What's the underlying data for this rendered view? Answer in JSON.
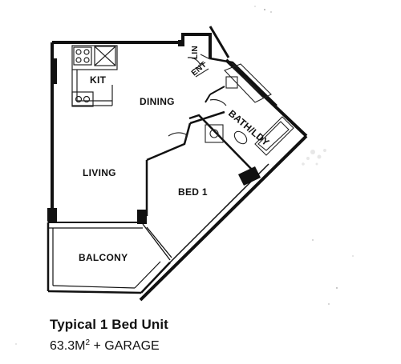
{
  "rooms": {
    "kitchen": "KIT",
    "dining": "DINING",
    "living": "LIVING",
    "bed": "BED 1",
    "balcony": "BALCONY",
    "bath": "BATH/LDY",
    "linen": "LIN",
    "entry": "ENT"
  },
  "caption": {
    "title": "Typical 1 Bed Unit",
    "area_value": "63.3M",
    "area_sup": "2",
    "area_suffix": " + GARAGE"
  },
  "colors": {
    "wall": "#111111",
    "fixture": "#222222"
  }
}
